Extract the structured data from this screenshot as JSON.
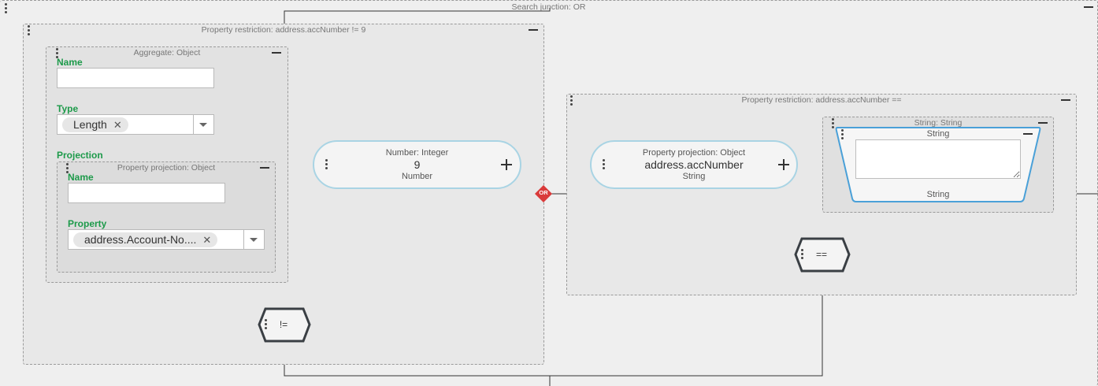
{
  "root": {
    "title": "Search junction: OR",
    "junction_badge": "OR"
  },
  "left_restriction": {
    "title": "Property restriction: address.accNumber != 9",
    "aggregate": {
      "title": "Aggregate: Object",
      "name_label": "Name",
      "name_value": "",
      "type_label": "Type",
      "type_chip": "Length",
      "projection_label": "Projection",
      "projection": {
        "title": "Property projection: Object",
        "name_label": "Name",
        "name_value": "",
        "property_label": "Property",
        "property_chip": "address.Account-No...."
      }
    },
    "number": {
      "type": "Number: Integer",
      "value": "9",
      "kind": "Number"
    },
    "operator": "!="
  },
  "right_restriction": {
    "title": "Property restriction: address.accNumber ==",
    "projection": {
      "type": "Property projection: Object",
      "value": "address.accNumber",
      "kind": "String"
    },
    "string_group": {
      "title": "String: String",
      "inner_title": "String",
      "text_value": "",
      "footer": "String"
    },
    "operator": "=="
  },
  "colors": {
    "accent_border": "#a9d4e4",
    "string_border": "#4aa0d8",
    "label_green": "#1d9a4a",
    "or_badge": "#d93a3a",
    "node_dark": "#3a3f44"
  }
}
